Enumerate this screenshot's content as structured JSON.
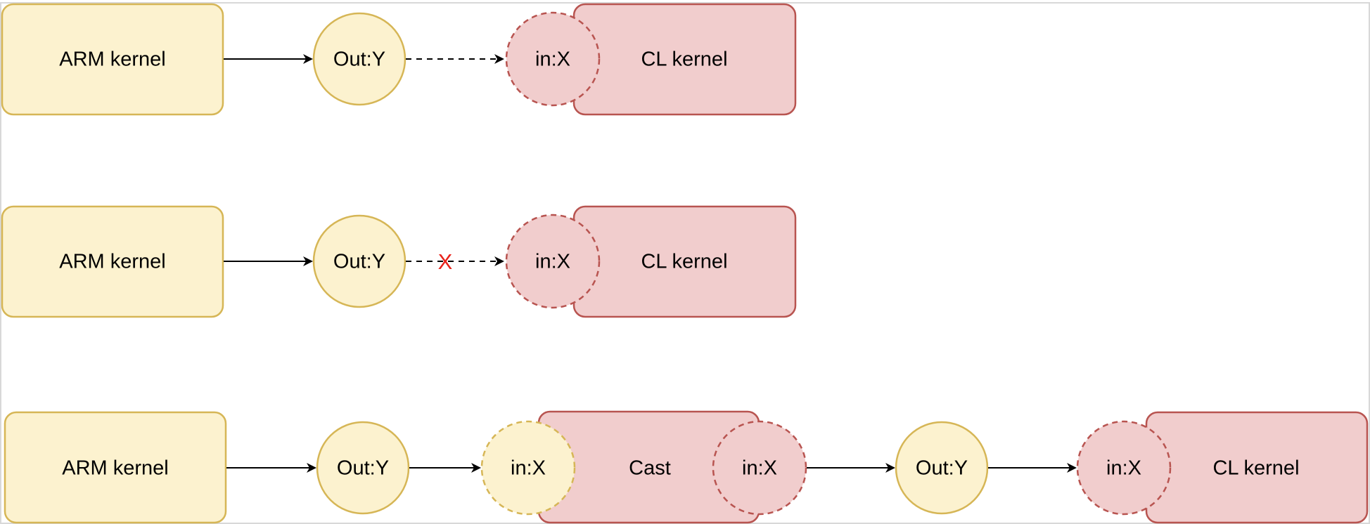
{
  "row1": {
    "arm": "ARM kernel",
    "out": "Out:Y",
    "in": "in:X",
    "cl": "CL kernel"
  },
  "row2": {
    "arm": "ARM kernel",
    "out": "Out:Y",
    "in": "in:X",
    "cl": "CL kernel",
    "blocked_mark": "X"
  },
  "row3": {
    "arm": "ARM kernel",
    "out1": "Out:Y",
    "cast_in": "in:X",
    "cast": "Cast",
    "cast_out": "in:X",
    "out2": "Out:Y",
    "in": "in:X",
    "cl": "CL kernel"
  },
  "colors": {
    "arm_fill": "#fcf2cf",
    "arm_stroke": "#d6b656",
    "cl_fill": "#f1cdcd",
    "cl_stroke": "#b85450",
    "blocked_mark": "#e8231b"
  }
}
